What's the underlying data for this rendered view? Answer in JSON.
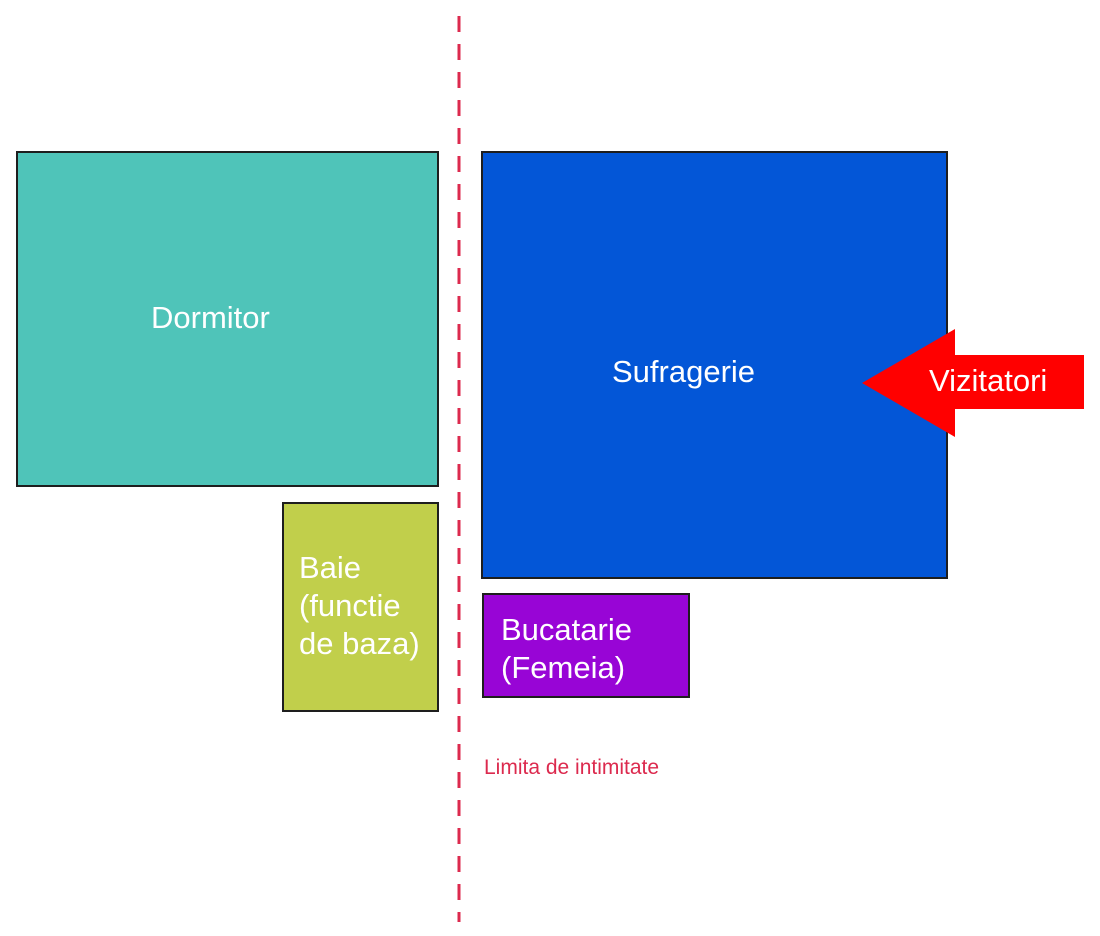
{
  "rooms": {
    "dormitor": {
      "label": "Dormitor",
      "color": "#4fc4b9"
    },
    "baie": {
      "label": "Baie (functie de baza)",
      "color": "#c1cf4b"
    },
    "sufragerie": {
      "label": "Sufragerie",
      "color": "#0356d7"
    },
    "bucatarie": {
      "label": "Bucatarie (Femeia)",
      "color": "#9805d6"
    }
  },
  "privacy_boundary": {
    "label": "Limita de intimitate",
    "color": "#dc2a4e"
  },
  "visitors": {
    "label": "Vizitatori",
    "color": "#ff0000"
  }
}
